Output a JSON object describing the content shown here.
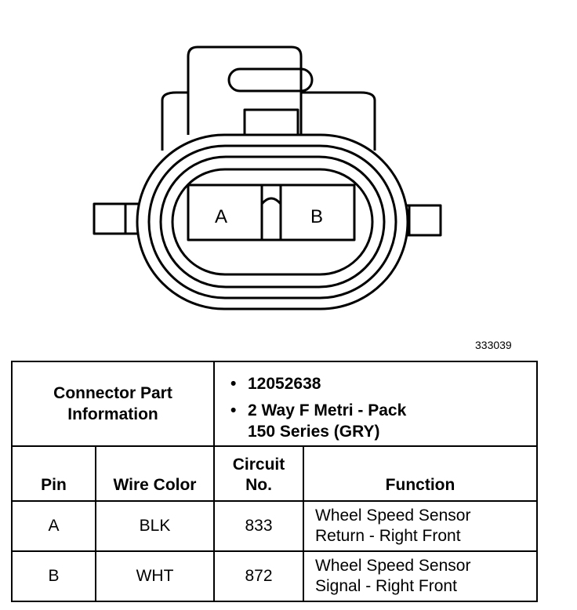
{
  "diagram": {
    "pin_labels": [
      "A",
      "B"
    ],
    "figure_id": "333039"
  },
  "table": {
    "header_label_line1": "Connector Part",
    "header_label_line2": "Information",
    "part_number": "12052638",
    "description_line1": "2 Way F Metri - Pack",
    "description_line2": "150 Series (GRY)",
    "bullet": "•",
    "columns": {
      "pin": "Pin",
      "wire_color": "Wire Color",
      "circuit_line1": "Circuit",
      "circuit_line2": "No.",
      "function": "Function"
    },
    "rows": [
      {
        "pin": "A",
        "wire_color": "BLK",
        "circuit": "833",
        "function_line1": "Wheel Speed Sensor",
        "function_line2": "Return - Right Front"
      },
      {
        "pin": "B",
        "wire_color": "WHT",
        "circuit": "872",
        "function_line1": "Wheel Speed Sensor",
        "function_line2": "Signal - Right Front"
      }
    ]
  }
}
